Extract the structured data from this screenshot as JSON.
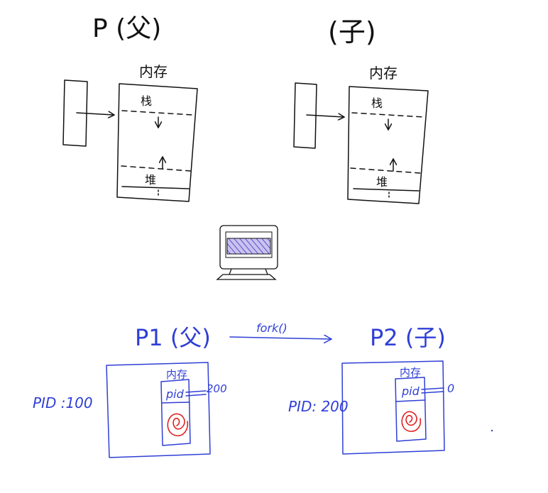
{
  "top": {
    "parent": {
      "title": "P (父)",
      "memory_label": "内存",
      "stack_label": "栈",
      "heap_label": "堆"
    },
    "child": {
      "title": "(子)",
      "memory_label": "内存",
      "stack_label": "栈",
      "heap_label": "堆"
    }
  },
  "bottom": {
    "fork_label": "fork()",
    "p1": {
      "title": "P1 (父)",
      "pid_label": "PID :100",
      "memory_label": "内存",
      "pid_var": "pid",
      "pid_value": "200"
    },
    "p2": {
      "title": "P2 (子)",
      "pid_label": "PID: 200",
      "memory_label": "内存",
      "pid_var": "pid",
      "pid_value": "0"
    }
  },
  "colors": {
    "black_ink": "#111111",
    "blue_ink": "#2f3fd6",
    "red_ink": "#e02222",
    "screen_fill": "#7b6fd0"
  },
  "icons": {
    "monitor": "monitor-icon",
    "spiral": "spiral-icon"
  }
}
